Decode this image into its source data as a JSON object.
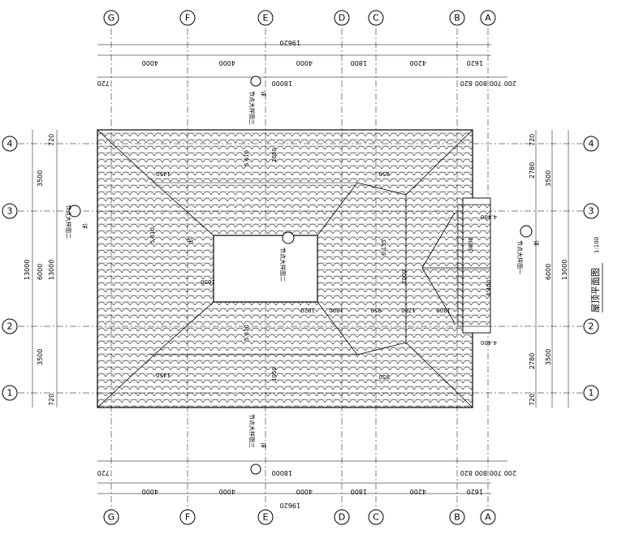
{
  "drawing": {
    "title": "屋顶平面图",
    "scale": "1:100"
  },
  "axes": {
    "vertical_labels": [
      "G",
      "F",
      "E",
      "D",
      "C",
      "B",
      "A"
    ],
    "horizontal_labels": [
      "4",
      "3",
      "2",
      "1"
    ]
  },
  "dimensions": {
    "total_horizontal": "19620",
    "segments_horizontal": [
      "4000",
      "4000",
      "4000",
      "1800",
      "4200",
      "1620"
    ],
    "roof_span": "18000",
    "overhangs": [
      "720",
      "820",
      "800",
      "700",
      "200"
    ],
    "total_vertical": "13000",
    "segments_vertical_left": [
      "3500",
      "6000",
      "3500"
    ],
    "segments_vertical_right": [
      "2780",
      "3500",
      "6000",
      "3500",
      "2780"
    ],
    "vertical_overhang": "720"
  },
  "roof_notes": {
    "slopes": [
      "5.610",
      "5.610",
      "6.135",
      "5.610"
    ],
    "eave_levels": [
      "4.400",
      "4.400",
      "4.400"
    ],
    "ridge_values": [
      "1450",
      "1450",
      "1050",
      "1050",
      "950",
      "950",
      "2000",
      "3000",
      "1800",
      "1700",
      "1200",
      "950",
      "1020",
      "1650"
    ],
    "callouts": [
      "节点大样图三",
      "节点大样图三",
      "节点大样图二",
      "节点大样图二",
      "节点大样图一"
    ],
    "callout_refs": [
      "详",
      "详",
      "详",
      "详",
      "详"
    ]
  },
  "colors": {
    "line": "#000000",
    "background": "#ffffff"
  }
}
